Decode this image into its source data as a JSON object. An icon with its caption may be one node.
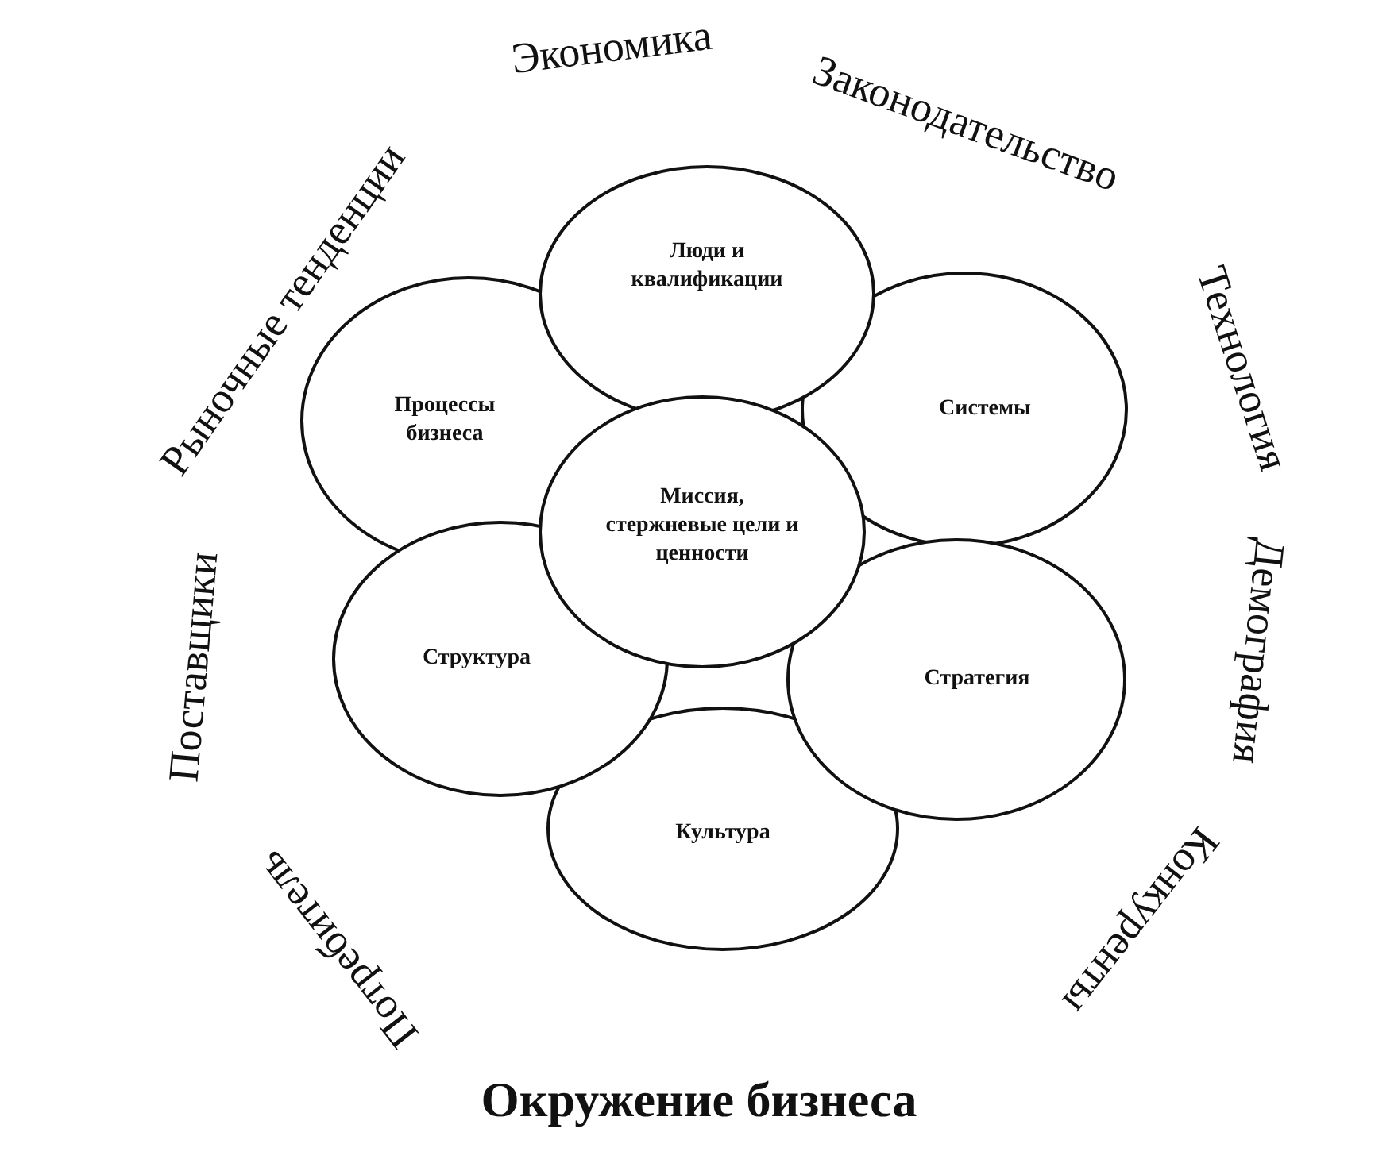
{
  "diagram": {
    "caption": "Окружение бизнеса",
    "nodes": [
      {
        "text": [
          "Люди и квалификации"
        ]
      },
      {
        "text": [
          "Процессы бизнеса"
        ]
      },
      {
        "text": [
          "Системы"
        ]
      },
      {
        "text": [
          "Миссия, стержневые цели и ценности"
        ]
      },
      {
        "text": [
          "Структура"
        ]
      },
      {
        "text": [
          "Стратегия"
        ]
      },
      {
        "text": [
          "Культура"
        ]
      }
    ],
    "labels": [
      "Экономика",
      "Законодательство",
      "Технология",
      "Демография",
      "Конкуренты",
      "Потребитель",
      "Поставщики",
      "Рыночные тенденции"
    ]
  }
}
